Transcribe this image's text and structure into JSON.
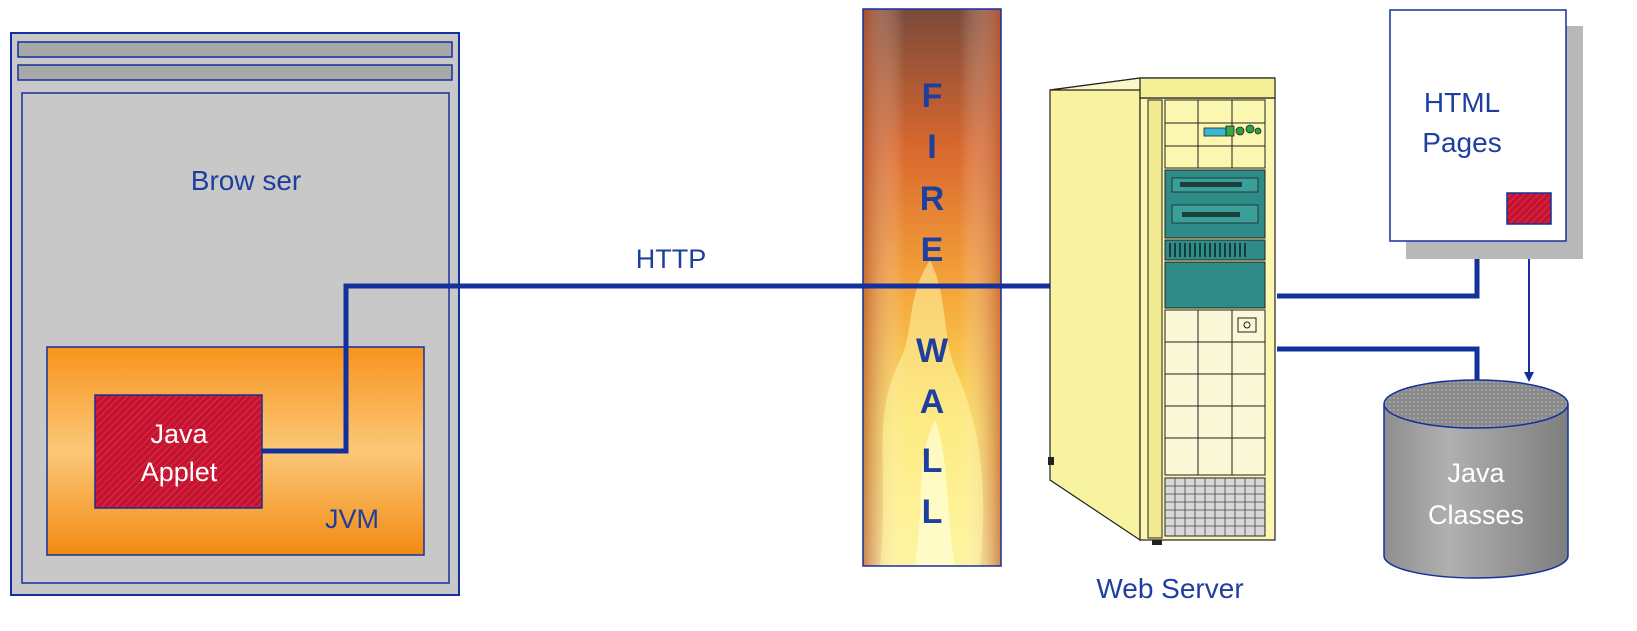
{
  "browser": {
    "label": "Brow ser"
  },
  "jvm": {
    "label": "JVM"
  },
  "applet": {
    "line1": "Java",
    "line2": "Applet"
  },
  "connection": {
    "label": "HTTP"
  },
  "firewall": {
    "letters": [
      "F",
      "I",
      "R",
      "E",
      "W",
      "A",
      "L",
      "L"
    ]
  },
  "server": {
    "label": "Web Server"
  },
  "html_pages": {
    "line1": "HTML",
    "line2": "Pages"
  },
  "java_classes": {
    "line1": "Java",
    "line2": "Classes"
  },
  "colors": {
    "text_blue": "#1f3f9e",
    "line_blue": "#14309c",
    "browser_gray": "#c8c8c8",
    "jvm_orange": "#f7901e",
    "applet_red": "#c8102e",
    "server_yellow": "#fbf6a0",
    "rack_teal": "#2e8b87",
    "db_gray": "#9e9e9e"
  }
}
